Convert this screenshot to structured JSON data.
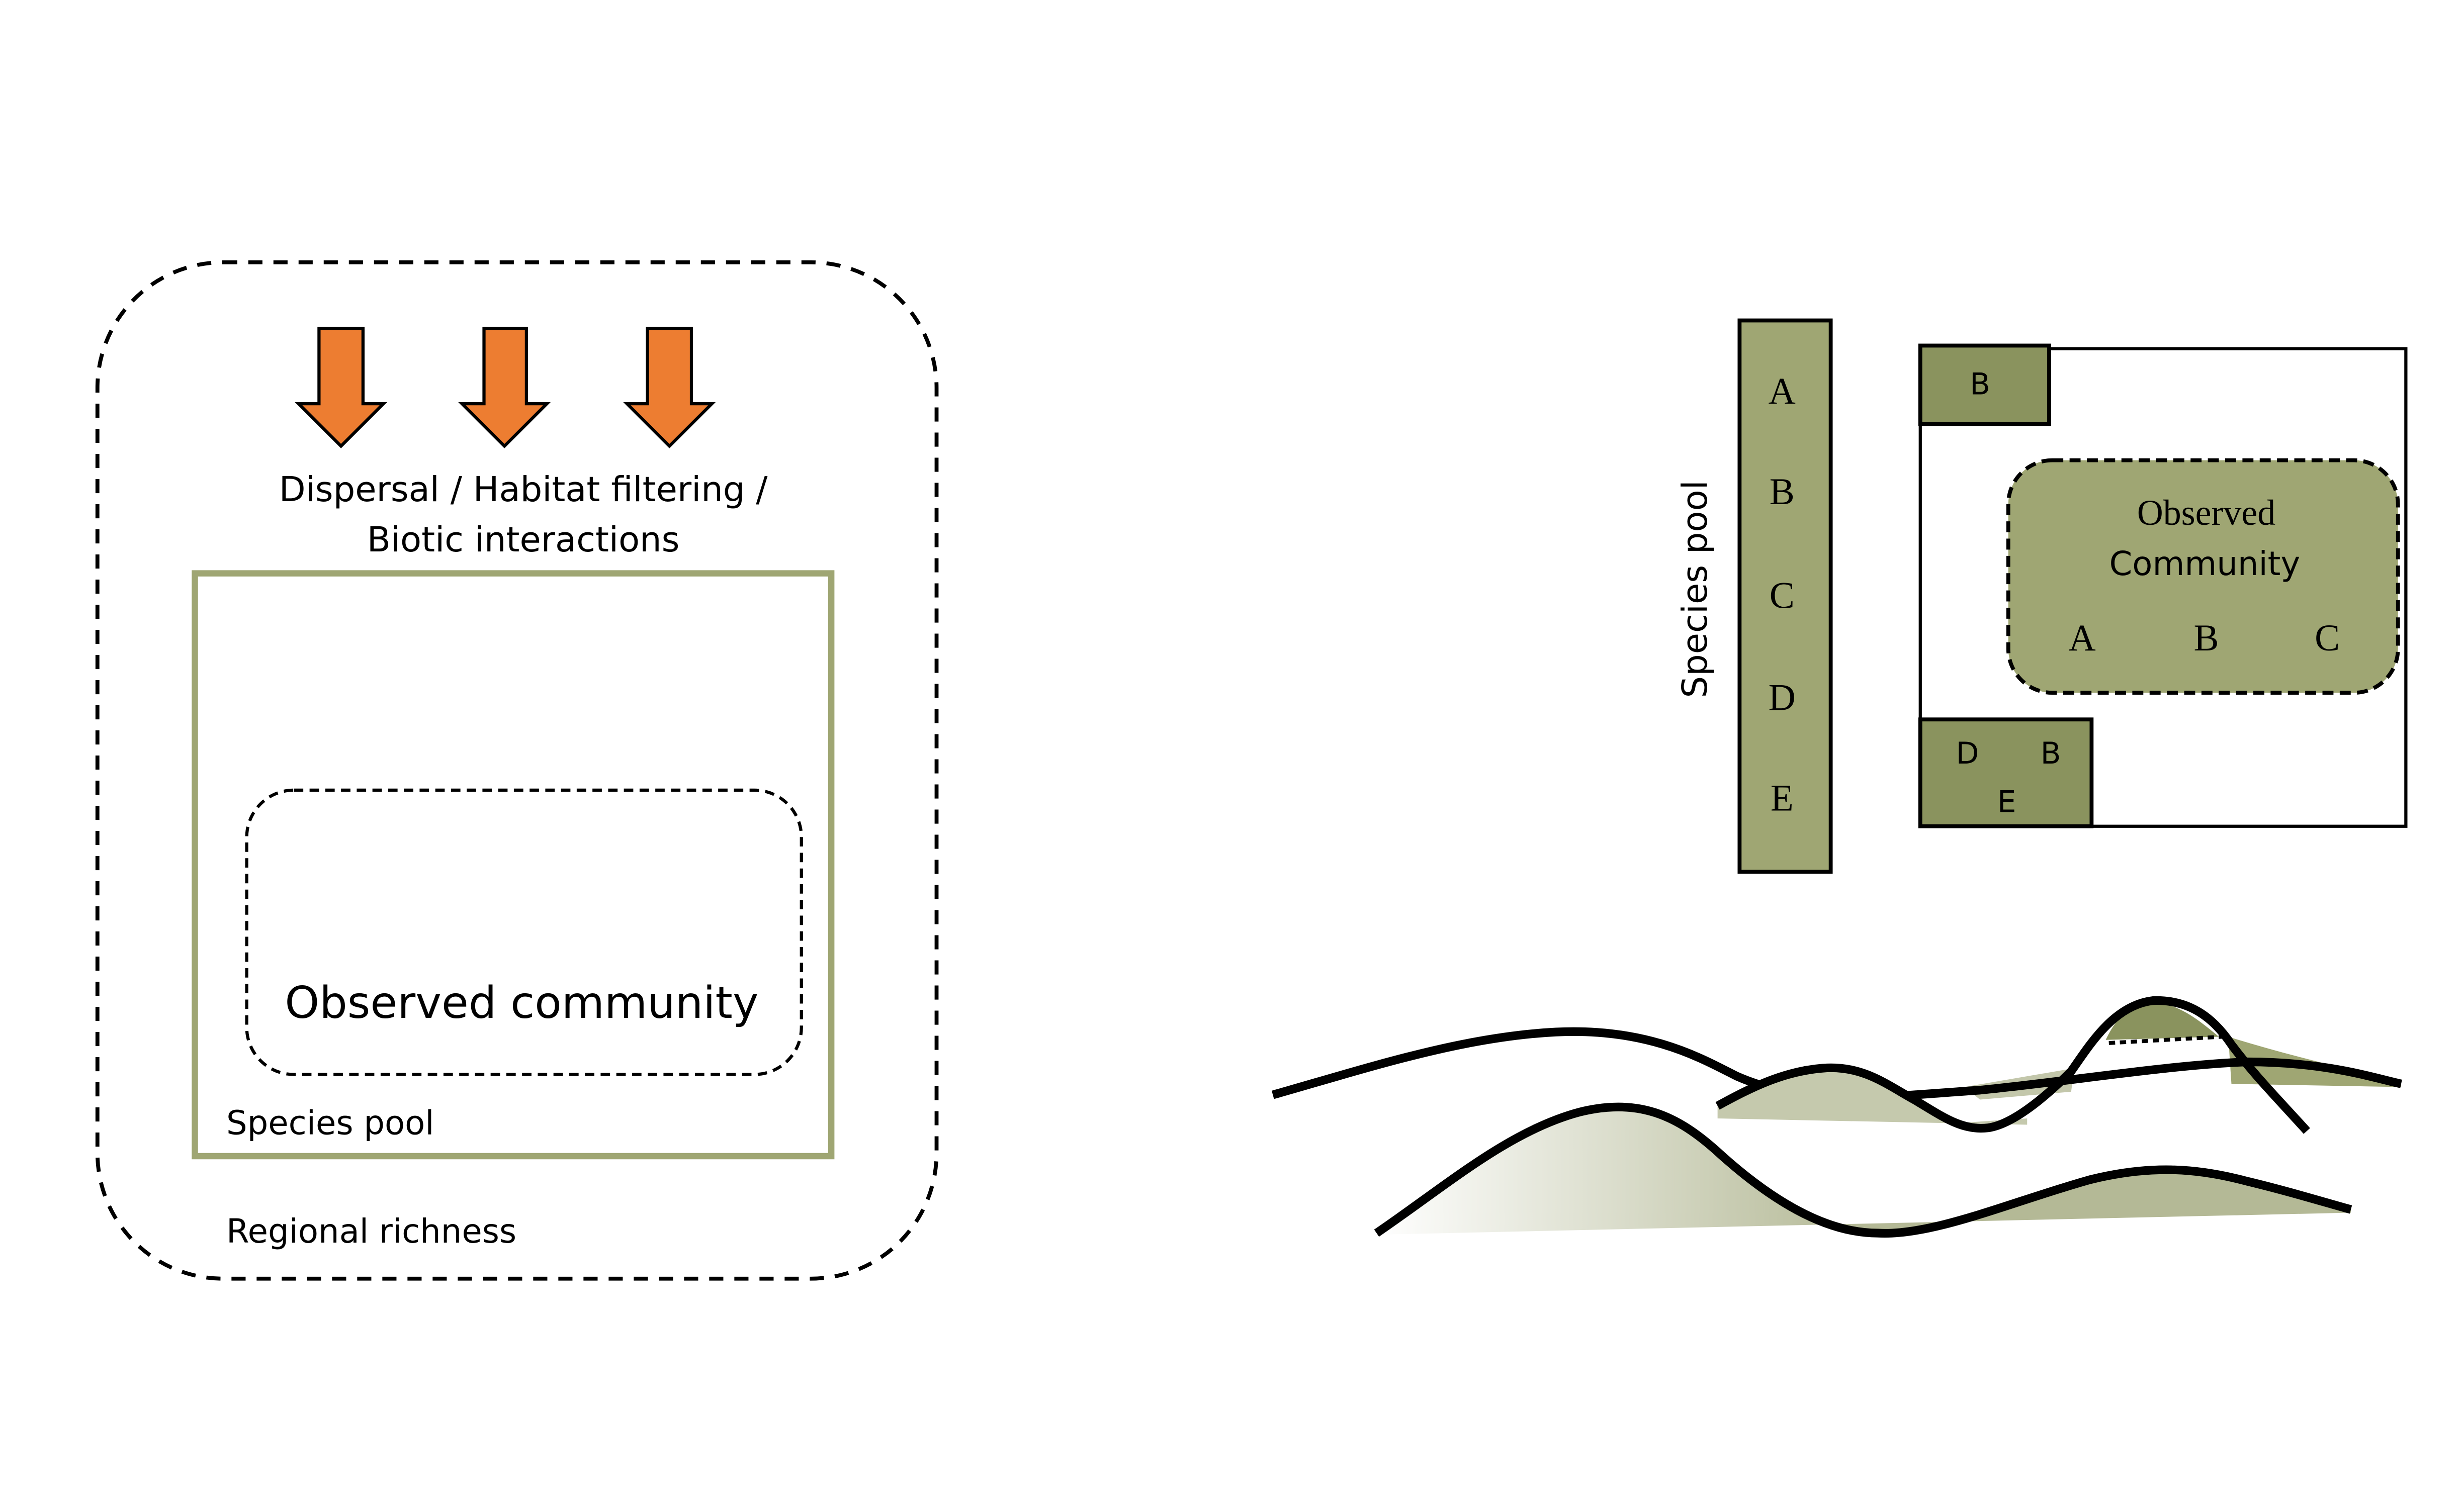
{
  "colors": {
    "arrow_fill": "#ED7D31",
    "olive_light": "#9FA673",
    "olive_dark": "#8A935E",
    "olive_border": "#9FA673",
    "hill_fill": "#B4B996"
  },
  "left_panel": {
    "processes_line1": "Dispersal / Habitat filtering /",
    "processes_line2": "Biotic interactions",
    "observed_community": "Observed community",
    "species_pool": "Species pool",
    "regional_richness": "Regional richness",
    "arrow_count": 3
  },
  "right_panel": {
    "species_pool_label": "Species pool",
    "species_pool_letters": [
      "A",
      "B",
      "C",
      "D",
      "E"
    ],
    "top_patch_letters": [
      "B"
    ],
    "bottom_patch_letters": [
      "D",
      "B",
      "E"
    ],
    "observed_title_line1": "Observed",
    "observed_title_line2": "Community",
    "observed_letters": [
      "A",
      "B",
      "C"
    ]
  }
}
